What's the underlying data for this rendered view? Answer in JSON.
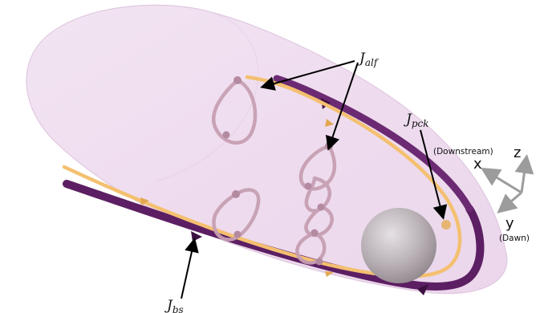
{
  "labels": {
    "j_alf": {
      "main": "J",
      "sub": "alf"
    },
    "j_pck": {
      "main": "J",
      "sub": "pck"
    },
    "j_bs": {
      "main": "J",
      "sub": "bs"
    }
  },
  "axes": {
    "x": {
      "letter": "x",
      "caption": "(Downstream)"
    },
    "y": {
      "letter": "y",
      "caption": "(Dawn)"
    },
    "z": {
      "letter": "z",
      "caption": ""
    }
  },
  "colors": {
    "magnetosphere_fill": "#efd9ef",
    "magnetosphere_edge": "#dcc3dc",
    "bow_shock_ribbon": "#5c1f63",
    "pck_current": "#f4c070",
    "alfven_loops": "#c79fb3",
    "planet": "#b9b2b6",
    "axis_gray": "#9c9c9c"
  },
  "icons": [
    "planet-sphere-icon",
    "axis-triad-icon"
  ]
}
